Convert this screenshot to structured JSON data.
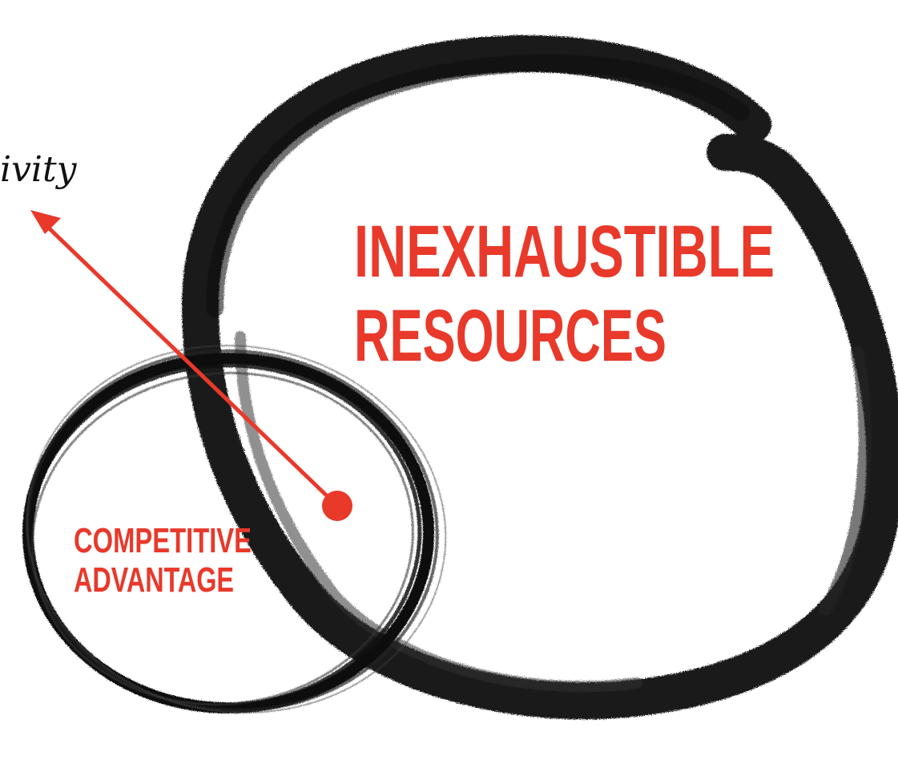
{
  "diagram": {
    "big_circle_label_line1": "INEXHAUSTIBLE",
    "big_circle_label_line2": "RESOURCES",
    "small_circle_label_line1": "COMPETITIVE",
    "small_circle_label_line2": "ADVANTAGE",
    "cropped_label": "ivity"
  },
  "colors": {
    "accent": "#e8392b",
    "ink": "#111111",
    "background": "#ffffff"
  }
}
